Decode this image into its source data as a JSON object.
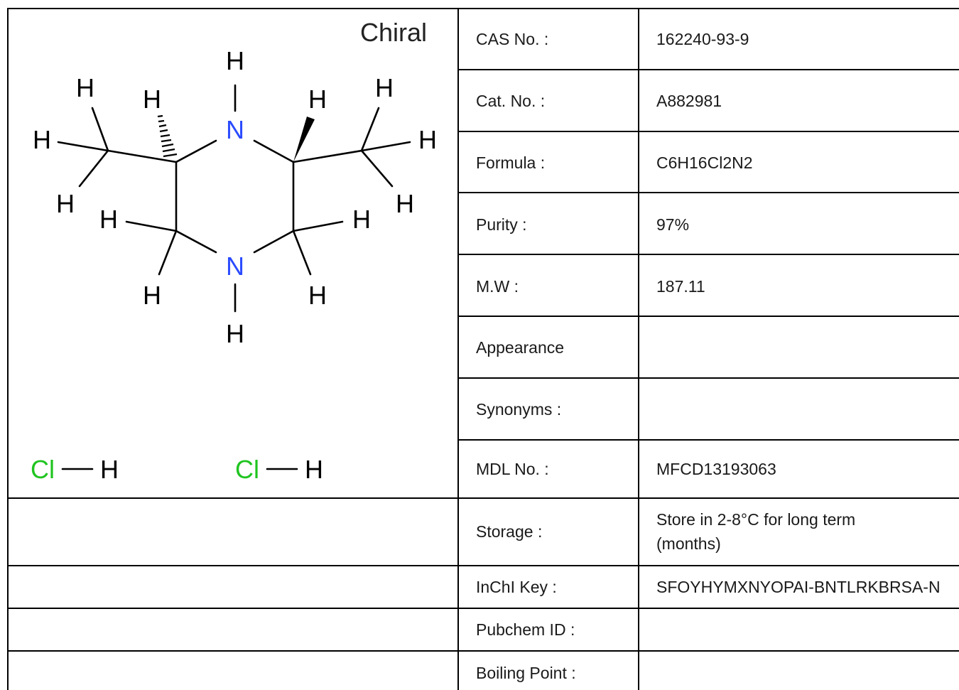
{
  "structure": {
    "chiral_label": "Chiral",
    "atoms": {
      "N": "N",
      "H": "H",
      "Cl": "Cl"
    },
    "colors": {
      "nitrogen": "#2b4bff",
      "chlorine": "#1fc41f",
      "bond": "#000000"
    }
  },
  "properties": [
    {
      "label": "CAS No. :",
      "value": "162240-93-9"
    },
    {
      "label": "Cat. No. :",
      "value": "A882981"
    },
    {
      "label": "Formula :",
      "value": "C6H16Cl2N2"
    },
    {
      "label": "Purity :",
      "value": "97%"
    },
    {
      "label": "M.W :",
      "value": "187.11"
    },
    {
      "label": "Appearance",
      "value": ""
    },
    {
      "label": "Synonyms :",
      "value": ""
    },
    {
      "label": "MDL No. :",
      "value": "MFCD13193063"
    },
    {
      "label": "Storage :",
      "value": "Store in 2-8°C for long term (months)"
    },
    {
      "label": "InChI Key :",
      "value": "SFOYHYMXNYOPAI-BNTLRKBRSA-N"
    },
    {
      "label": "Pubchem ID :",
      "value": ""
    },
    {
      "label": "Boiling Point :",
      "value": ""
    }
  ]
}
